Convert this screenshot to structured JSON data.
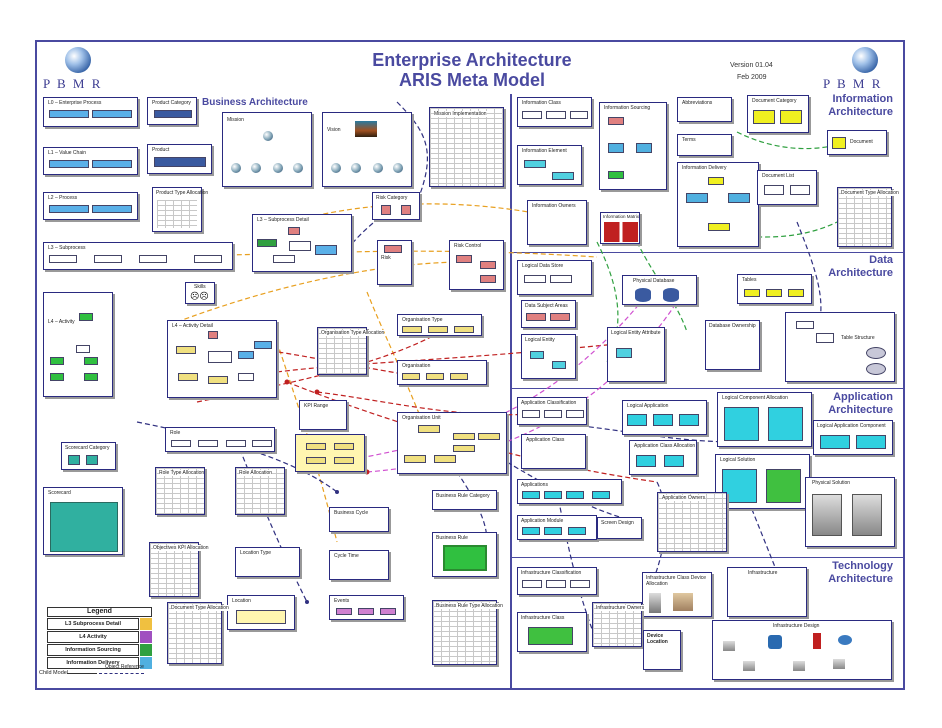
{
  "header": {
    "title_line1": "Enterprise Architecture",
    "title_line2": "ARIS  Meta Model",
    "version": "Version 01.04",
    "date": "Feb 2009",
    "brand_left": "P  B  M  R",
    "brand_right": "P  B  M  R"
  },
  "sections": {
    "business": "Business Architecture",
    "information": "Information Architecture",
    "data": "Data Architecture",
    "application": "Application Architecture",
    "technology": "Technology Architecture"
  },
  "legend": {
    "title": "Legend",
    "rows": [
      {
        "label": "L3 Subprocess Detail",
        "color": "#f0c040"
      },
      {
        "label": "L4 Activity",
        "color": "#a050c0"
      },
      {
        "label": "Information Sourcing",
        "color": "#30a040"
      },
      {
        "label": "Information Delivery",
        "color": "#50b0e0"
      }
    ],
    "child_model": "Child Model",
    "object_reference": "Object Reference"
  },
  "business_boxes": [
    {
      "key": "l0",
      "label": "L0 – Enterprise Process"
    },
    {
      "key": "product_category",
      "label": "Product Category"
    },
    {
      "key": "mission",
      "label": "Mission"
    },
    {
      "key": "vision",
      "label": "Vision"
    },
    {
      "key": "l1",
      "label": "L1 – Value Chain"
    },
    {
      "key": "product",
      "label": "Product"
    },
    {
      "key": "l2",
      "label": "L2 – Process"
    },
    {
      "key": "product_type_alloc",
      "label": "Product Type Allocation"
    },
    {
      "key": "l3_detail",
      "label": "L3 – Subprocess Detail"
    },
    {
      "key": "l3",
      "label": "L3 – Subprocess"
    },
    {
      "key": "skills",
      "label": "Skills"
    },
    {
      "key": "l4",
      "label": "L4 – Activity"
    },
    {
      "key": "l4_detail",
      "label": "L4 – Activity Detail"
    },
    {
      "key": "org_type_alloc",
      "label": "Organisation Type Allocation"
    },
    {
      "key": "org_type",
      "label": "Organisation Type"
    },
    {
      "key": "organisation",
      "label": "Organisation"
    },
    {
      "key": "org_unit",
      "label": "Organisation Unit"
    },
    {
      "key": "role",
      "label": "Role"
    },
    {
      "key": "scorecard_category",
      "label": "Scorecard Category"
    },
    {
      "key": "scorecard",
      "label": "Scorecard"
    },
    {
      "key": "role_type_alloc",
      "label": "Role Type Allocation"
    },
    {
      "key": "role_alloc",
      "label": "Role Allocation"
    },
    {
      "key": "objectives_kpi",
      "label": "Objectives KPI Allocation"
    },
    {
      "key": "location_type",
      "label": "Location Type"
    },
    {
      "key": "location",
      "label": "Location"
    },
    {
      "key": "business_cycle",
      "label": "Business Cycle"
    },
    {
      "key": "cycle_time",
      "label": "Cycle Time"
    },
    {
      "key": "events",
      "label": "Events"
    },
    {
      "key": "business_rule_category",
      "label": "Business Rule Category"
    },
    {
      "key": "business_rule",
      "label": "Business Rule"
    },
    {
      "key": "business_rule_type_alloc",
      "label": "Business Rule Type Allocation"
    },
    {
      "key": "document_type_alloc_ba",
      "label": "Document Type Allocation"
    },
    {
      "key": "mission_implementation",
      "label": "Mission Implementation"
    },
    {
      "key": "risk_category",
      "label": "Risk Category"
    },
    {
      "key": "risk",
      "label": "Risk"
    },
    {
      "key": "risk_control",
      "label": "Risk Control"
    },
    {
      "key": "kpi_range",
      "label": "KPI Range"
    }
  ],
  "information_boxes": [
    {
      "key": "info_class",
      "label": "Information Class"
    },
    {
      "key": "abbreviations",
      "label": "Abbreviations"
    },
    {
      "key": "document_category",
      "label": "Document Category"
    },
    {
      "key": "info_sourcing",
      "label": "Information Sourcing"
    },
    {
      "key": "terms",
      "label": "Terms"
    },
    {
      "key": "info_element",
      "label": "Information Element"
    },
    {
      "key": "document",
      "label": "Document"
    },
    {
      "key": "info_delivery",
      "label": "Information Delivery"
    },
    {
      "key": "document_list",
      "label": "Document List"
    },
    {
      "key": "document_type_alloc",
      "label": "Document Type Allocation"
    },
    {
      "key": "info_owners",
      "label": "Information Owners"
    },
    {
      "key": "info_matrix",
      "label": "Information Matrix"
    }
  ],
  "data_boxes": [
    {
      "key": "logical_data_store",
      "label": "Logical Data Store"
    },
    {
      "key": "physical_database",
      "label": "Physical Database"
    },
    {
      "key": "tables",
      "label": "Tables"
    },
    {
      "key": "data_subject_areas",
      "label": "Data Subject Areas"
    },
    {
      "key": "database_ownership",
      "label": "Database Ownership"
    },
    {
      "key": "logical_entity",
      "label": "Logical Entity"
    },
    {
      "key": "logical_entity_attribute",
      "label": "Logical Entity Attribute"
    },
    {
      "key": "table_structure",
      "label": "Table Structure"
    }
  ],
  "application_boxes": [
    {
      "key": "app_classification",
      "label": "Application Classification"
    },
    {
      "key": "logical_application",
      "label": "Logical Application"
    },
    {
      "key": "logical_component_alloc",
      "label": "Logical Component Allocation"
    },
    {
      "key": "logical_app_component",
      "label": "Logical Application Component"
    },
    {
      "key": "app_class",
      "label": "Application Class"
    },
    {
      "key": "app_class_alloc",
      "label": "Application Class Allocation"
    },
    {
      "key": "logical_solution",
      "label": "Logical Solution"
    },
    {
      "key": "physical_solution",
      "label": "Physical Solution"
    },
    {
      "key": "applications",
      "label": "Applications"
    },
    {
      "key": "app_owners",
      "label": "Application Owners"
    },
    {
      "key": "app_module",
      "label": "Application Module"
    },
    {
      "key": "screen_design",
      "label": "Screen Design"
    }
  ],
  "technology_boxes": [
    {
      "key": "infra_classification",
      "label": "Infrastructure Classification"
    },
    {
      "key": "infra_class_device_alloc",
      "label": "Infrastructure Class Device Allocation"
    },
    {
      "key": "infrastructure",
      "label": "Infrastructure"
    },
    {
      "key": "infra_class",
      "label": "Infrastructure Class"
    },
    {
      "key": "infra_owners",
      "label": "Infrastructure Owners"
    },
    {
      "key": "infra_design",
      "label": "Infrastructure Design"
    },
    {
      "key": "device_location",
      "label": "Device Location"
    }
  ]
}
